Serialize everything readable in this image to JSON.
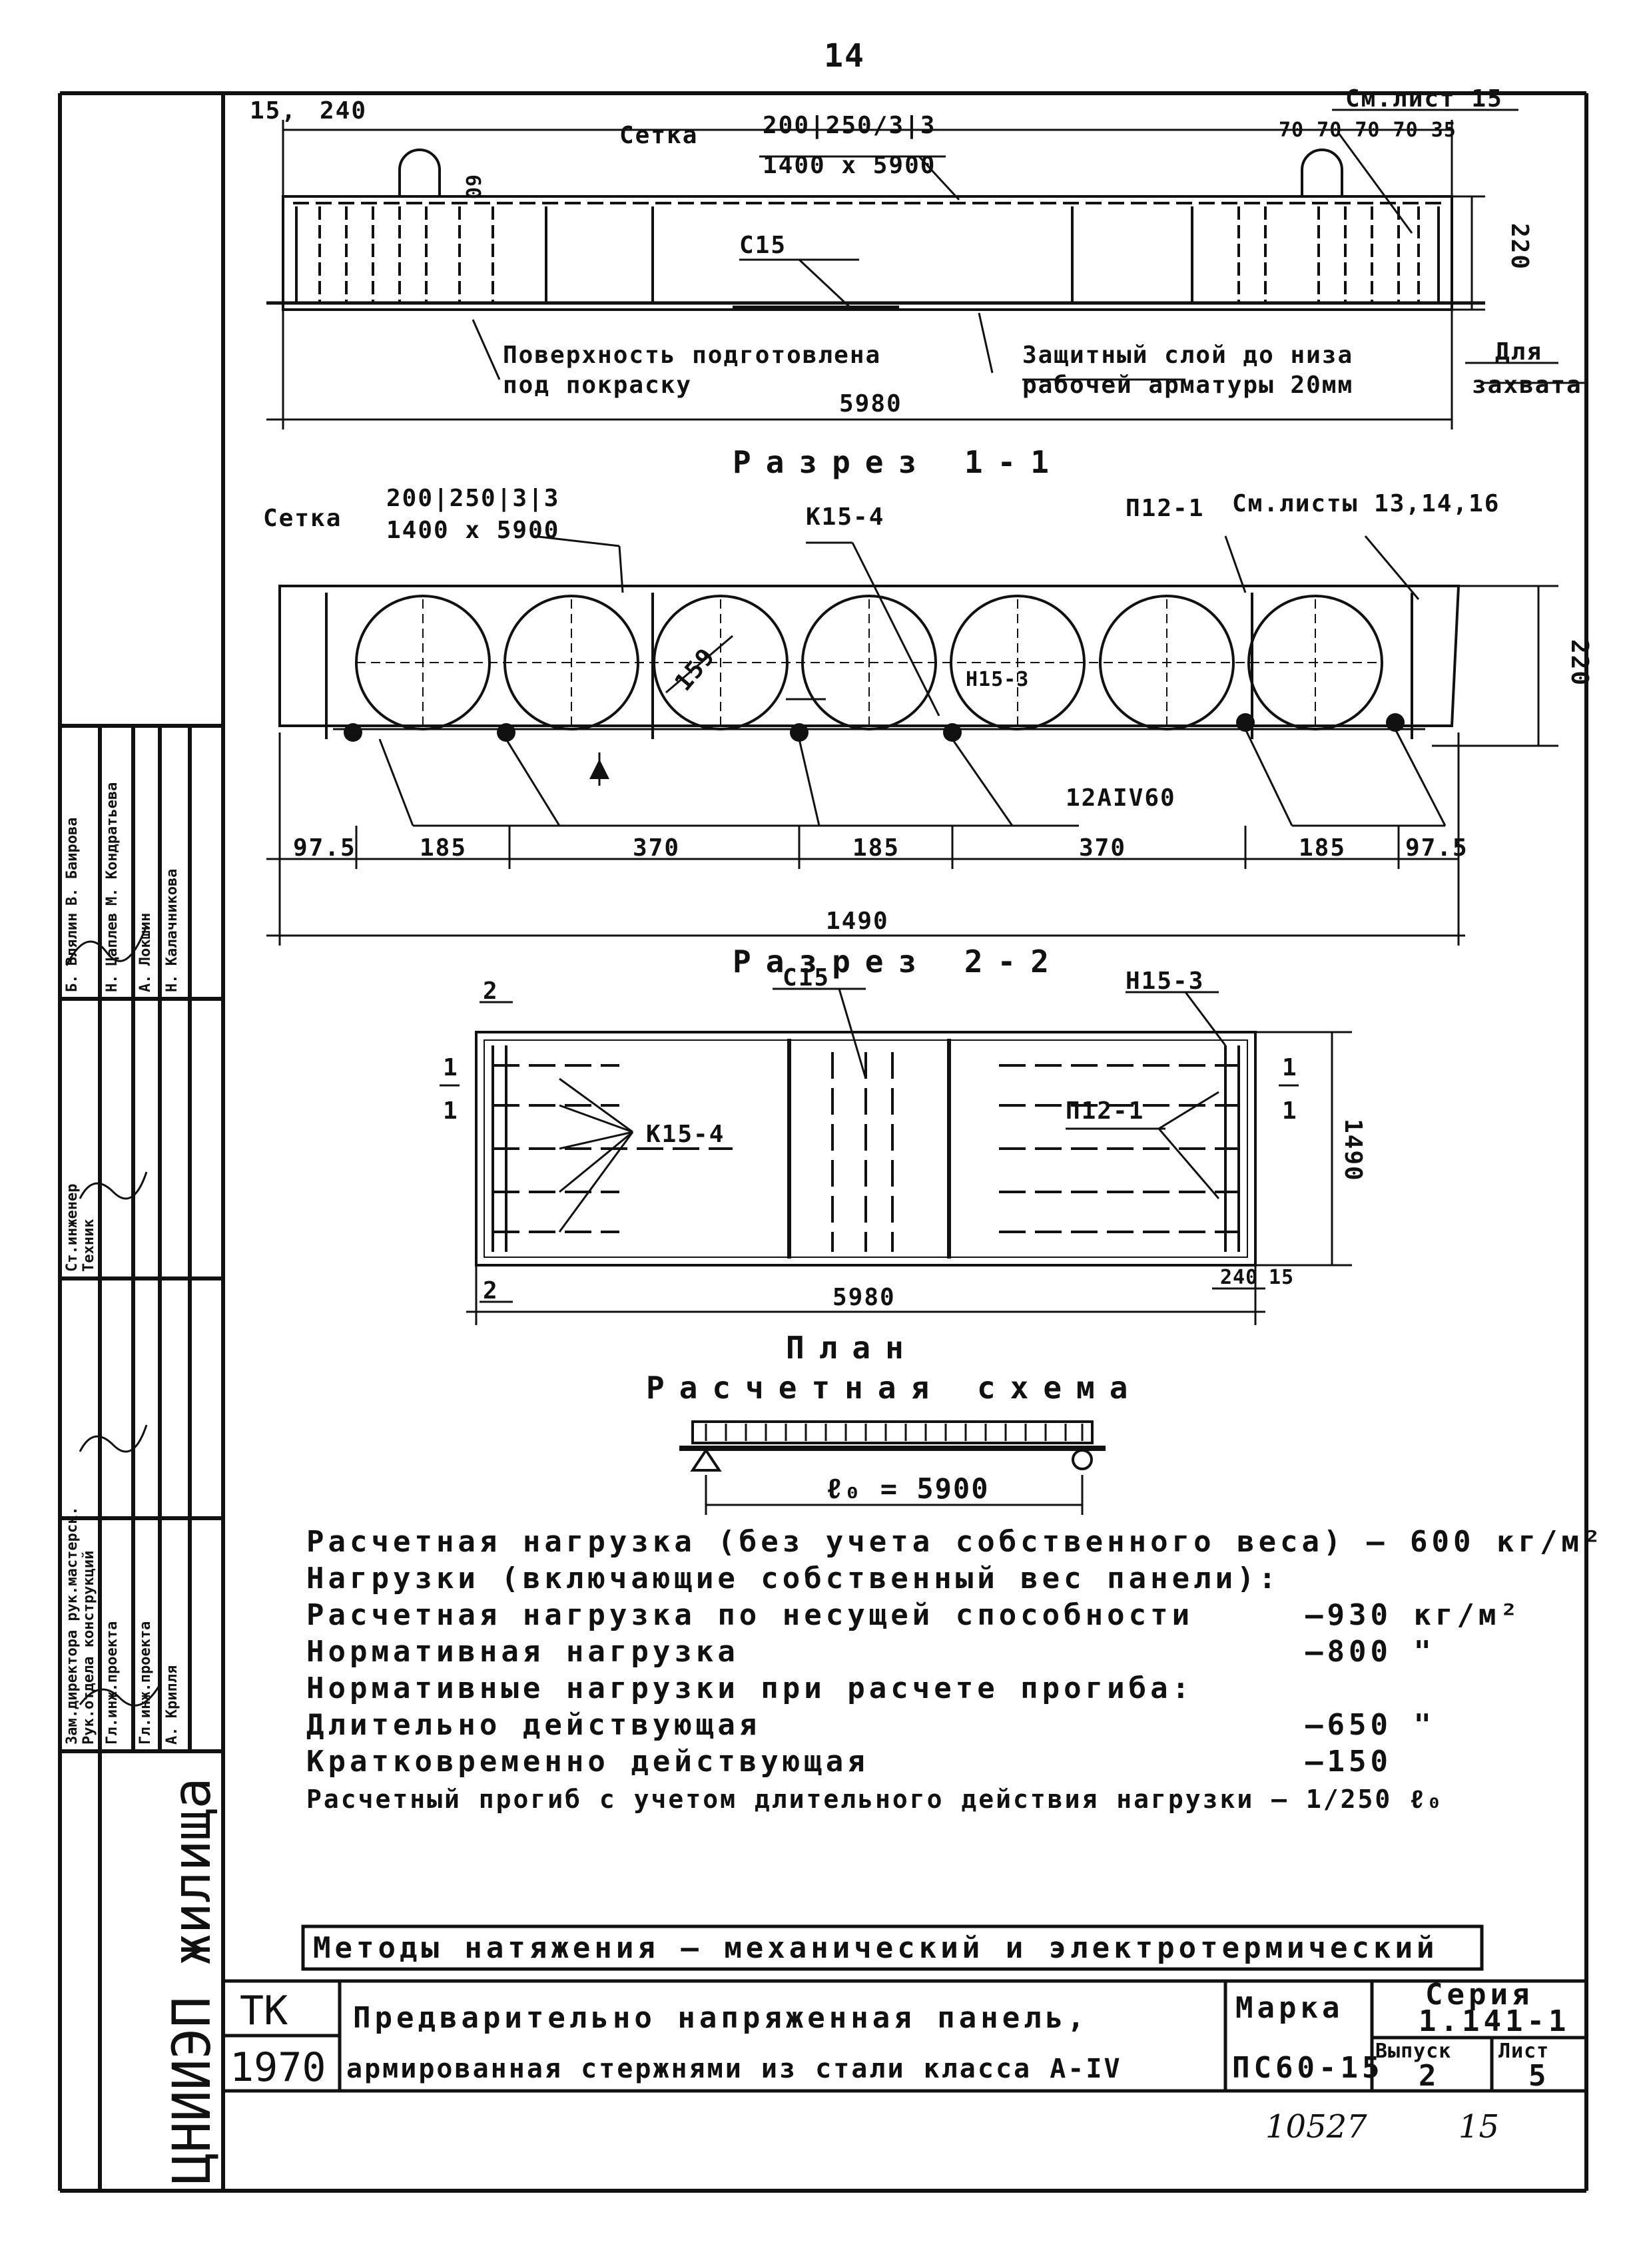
{
  "page_number": "14",
  "section_1_1": {
    "title": "Разрез 1-1",
    "dim_15": "15,",
    "dim_240": "240",
    "mesh_label": "Сетка",
    "mesh_spec_top": "200|250/3|3",
    "mesh_spec_bottom": "1400 x 5900",
    "see_sheet": "См.лист 15",
    "dims_right": "70 70 70 70 35",
    "dim_60": "60",
    "c15_label": "С15",
    "dim_220": "220",
    "surface_note_1": "Поверхность подготовлена",
    "surface_note_2": "под покраску",
    "cover_note_1": "Защитный слой до низа",
    "cover_note_2": "рабочей арматуры 20мм",
    "grip_note_1": "Для",
    "grip_note_2": "захвата",
    "total_length": "5980"
  },
  "section_2_2": {
    "title": "Разрез 2-2",
    "mesh_label": "Сетка",
    "mesh_spec_top": "200|250|3|3",
    "mesh_spec_bottom": "1400 x 5900",
    "k_label": "К15-4",
    "p_label": "П12-1",
    "see_sheets": "См.листы 13,14,16",
    "diameter": "159",
    "h_label": "Н15-3",
    "rebar_label": "12АIV60",
    "dim_220": "220",
    "dims": [
      "97.5",
      "185",
      "370",
      "185",
      "370",
      "185",
      "97.5"
    ],
    "total_width": "1490"
  },
  "plan": {
    "title": "План",
    "c15_label": "С15",
    "h_label": "Н15-3",
    "k_label": "К15-4",
    "p_label": "П12-1",
    "cut1": "1",
    "cut2": "2",
    "dim_1490": "1490",
    "dim_240": "240",
    "dim_15": "15",
    "length": "5980"
  },
  "scheme": {
    "title": "Расчетная схема",
    "span": "ℓ₀ = 5900"
  },
  "notes": {
    "line1": "Расчетная нагрузка (без учета собственного веса) — 600 кг/м²",
    "line2": "Нагрузки (включающие собственный вес панели):",
    "line3_label": "Расчетная нагрузка по несущей способности",
    "line3_value": "—930 кг/м²",
    "line4_label": "Нормативная нагрузка",
    "line4_value": "—800 \"",
    "line5_label": "Нормативные нагрузки при расчете прогиба:",
    "line6_label": "Длительно действующая",
    "line6_value": "—650 \"",
    "line7_label": "Кратковременно действующая",
    "line7_value": "—150",
    "line8": "Расчетный прогиб с учетом длительного действия нагрузки — 1/250 ℓ₀",
    "methods": "Методы натяжения — механический и электротермический"
  },
  "title_block": {
    "org": "ЦНИИЭП жилища",
    "tk": "ТК",
    "year": "1970",
    "title_line1": "Предварительно напряженная панель,",
    "title_line2": "армированная стержнями из стали класса А-IV",
    "marka_label": "Марка",
    "marka_value": "ПС60-15",
    "series_label": "Серия",
    "series_value": "1.141-1",
    "issue_label": "Выпуск",
    "issue_value": "2",
    "sheet_label": "Лист",
    "sheet_value": "5",
    "bottom_code": "10527",
    "bottom_num": "15"
  },
  "stamp": {
    "roles": [
      "Зам.директора рук.мастерск.",
      "Рук.отдела конструкций",
      "Гл.инж.проекта",
      "Гл.инж.проекта",
      "Ст.инженер",
      "Техник"
    ],
    "names": [
      "А. Крипля",
      "Б. Влялин",
      "Н. Цаплев",
      "А. Локшин",
      "Н. Калачникова",
      "В. Баирова",
      "М. Кондратьева"
    ]
  }
}
